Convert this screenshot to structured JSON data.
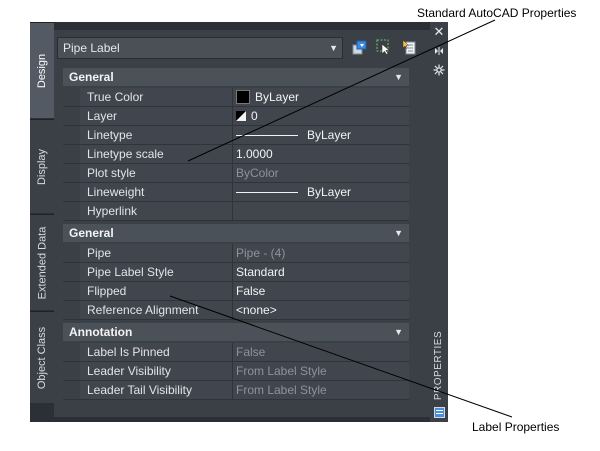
{
  "callouts": {
    "top": "Standard AutoCAD Properties",
    "bottom": "Label Properties"
  },
  "tabs": [
    "Design",
    "Display",
    "Extended Data",
    "Object Class"
  ],
  "selector": {
    "value": "Pipe Label"
  },
  "palette_title": "PROPERTIES",
  "sections": {
    "general1": {
      "title": "General",
      "rows": [
        {
          "name": "True Color",
          "value": "ByLayer"
        },
        {
          "name": "Layer",
          "value": "0"
        },
        {
          "name": "Linetype",
          "value": "ByLayer"
        },
        {
          "name": "Linetype scale",
          "value": "1.0000"
        },
        {
          "name": "Plot style",
          "value": "ByColor"
        },
        {
          "name": "Lineweight",
          "value": "ByLayer"
        },
        {
          "name": "Hyperlink",
          "value": ""
        }
      ]
    },
    "general2": {
      "title": "General",
      "rows": [
        {
          "name": "Pipe",
          "value": "Pipe - (4)"
        },
        {
          "name": "Pipe Label Style",
          "value": "Standard"
        },
        {
          "name": "Flipped",
          "value": "False"
        },
        {
          "name": "Reference Alignment",
          "value": "<none>"
        }
      ]
    },
    "annotation": {
      "title": "Annotation",
      "rows": [
        {
          "name": "Label Is Pinned",
          "value": "False"
        },
        {
          "name": "Leader Visibility",
          "value": "From Label Style"
        },
        {
          "name": "Leader Tail Visibility",
          "value": "From Label Style"
        }
      ]
    }
  },
  "icons": {
    "close": "close-icon",
    "autohide": "auto-hide-icon",
    "settings": "settings-icon",
    "quick_select": "quick-select-icon",
    "select_objects": "select-objects-icon",
    "toggle_pickadd": "pickadd-icon",
    "swatch_color": "#000000"
  }
}
